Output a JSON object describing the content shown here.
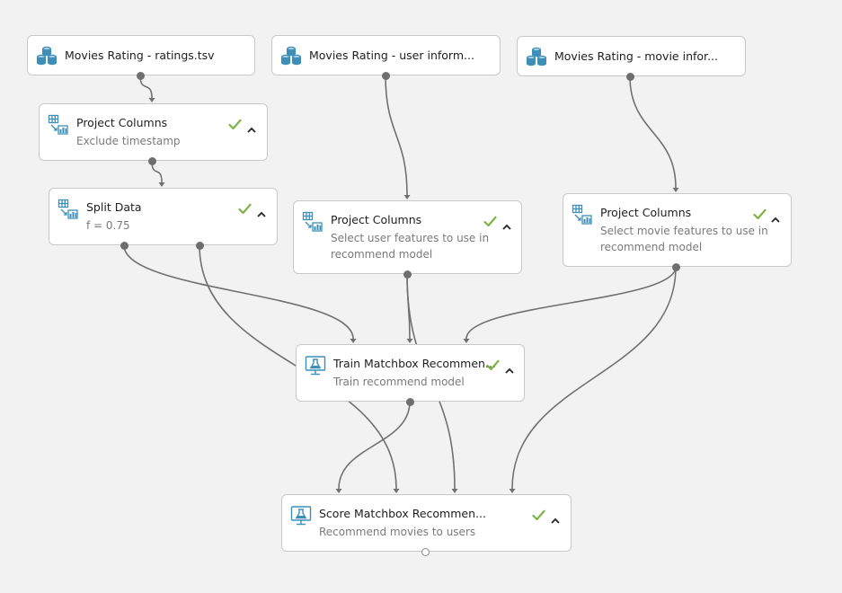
{
  "modules": [
    {
      "id": "ds1",
      "kind": "dataset",
      "title": "Movies Rating - ratings.tsv",
      "subtitle": [],
      "status": "none"
    },
    {
      "id": "ds2",
      "kind": "dataset",
      "title": "Movies Rating - user inform...",
      "subtitle": [],
      "status": "none"
    },
    {
      "id": "ds3",
      "kind": "dataset",
      "title": "Movies Rating - movie infor...",
      "subtitle": [],
      "status": "none"
    },
    {
      "id": "pc1",
      "kind": "transform",
      "title": "Project Columns",
      "subtitle": [
        "Exclude timestamp"
      ],
      "status": "finished"
    },
    {
      "id": "sd",
      "kind": "transform",
      "title": "Split Data",
      "subtitle": [
        "f = 0.75"
      ],
      "status": "finished"
    },
    {
      "id": "pc2",
      "kind": "transform",
      "title": "Project Columns",
      "subtitle": [
        "Select user features to use in",
        "recommend model"
      ],
      "status": "finished"
    },
    {
      "id": "pc3",
      "kind": "transform",
      "title": "Project Columns",
      "subtitle": [
        "Select movie features to use in",
        "recommend model"
      ],
      "status": "finished"
    },
    {
      "id": "train",
      "kind": "model",
      "title": "Train Matchbox Recommen...",
      "subtitle": [
        "Train recommend model"
      ],
      "status": "finished"
    },
    {
      "id": "score",
      "kind": "model",
      "title": "Score Matchbox Recommen...",
      "subtitle": [
        "Recommend movies to users"
      ],
      "status": "finished"
    }
  ],
  "connections": [
    {
      "from": "ds1",
      "from_port": 0,
      "to": "pc1",
      "to_port": 0
    },
    {
      "from": "pc1",
      "from_port": 0,
      "to": "sd",
      "to_port": 0
    },
    {
      "from": "ds2",
      "from_port": 0,
      "to": "pc2",
      "to_port": 0
    },
    {
      "from": "ds3",
      "from_port": 0,
      "to": "pc3",
      "to_port": 0
    },
    {
      "from": "sd",
      "from_port": 0,
      "to": "train",
      "to_port": 0
    },
    {
      "from": "pc2",
      "from_port": 0,
      "to": "train",
      "to_port": 1
    },
    {
      "from": "pc3",
      "from_port": 0,
      "to": "train",
      "to_port": 2
    },
    {
      "from": "sd",
      "from_port": 1,
      "to": "score",
      "to_port": 1
    },
    {
      "from": "pc2",
      "from_port": 0,
      "to": "score",
      "to_port": 2
    },
    {
      "from": "pc3",
      "from_port": 0,
      "to": "score",
      "to_port": 3
    },
    {
      "from": "train",
      "from_port": 0,
      "to": "score",
      "to_port": 0
    }
  ],
  "colors": {
    "status_check": "#7cb342",
    "icon_blue": "#3d8fb8",
    "wire": "#707070"
  },
  "icons": {
    "dataset": "database-stack-icon",
    "transform": "table-transform-icon",
    "model": "flask-monitor-icon",
    "status": "checkmark-icon",
    "collapse": "caret-up-icon"
  }
}
